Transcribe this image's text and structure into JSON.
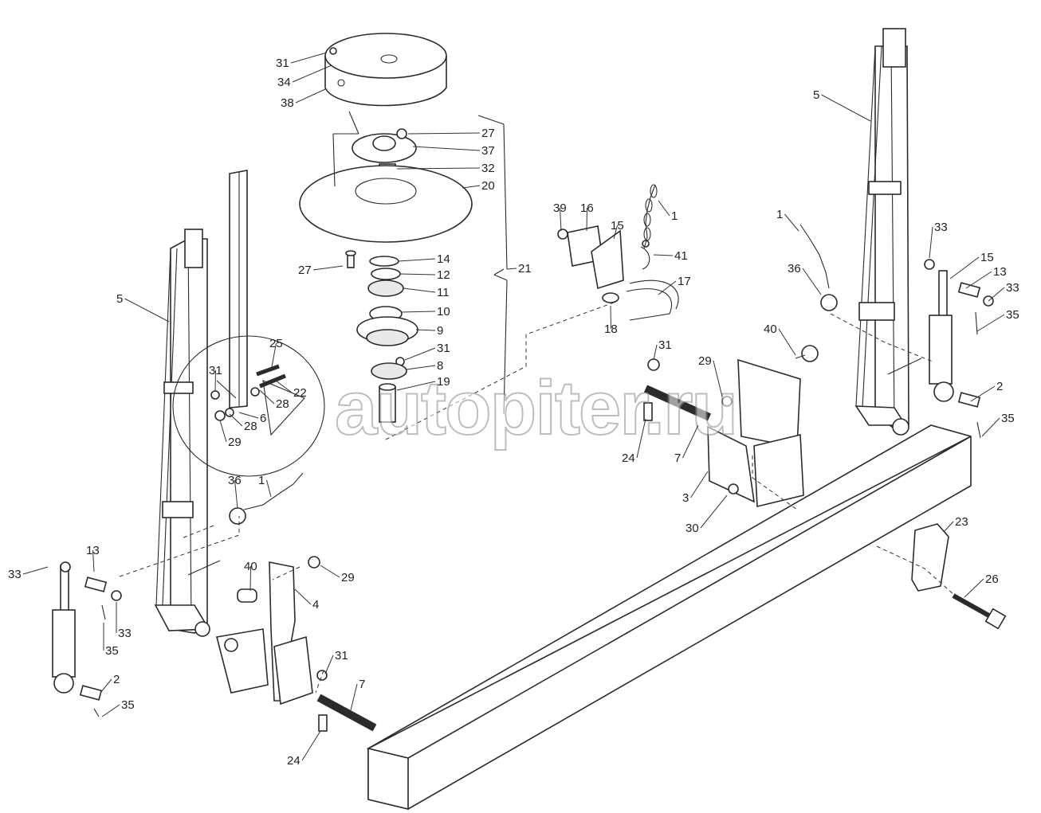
{
  "watermark": {
    "text": "autopiter.ru"
  },
  "callouts": [
    {
      "id": "c31a",
      "text": "31"
    },
    {
      "id": "c34",
      "text": "34"
    },
    {
      "id": "c38",
      "text": "38"
    },
    {
      "id": "c27a",
      "text": "27"
    },
    {
      "id": "c37",
      "text": "37"
    },
    {
      "id": "c32",
      "text": "32"
    },
    {
      "id": "c20",
      "text": "20"
    },
    {
      "id": "c27b",
      "text": "27"
    },
    {
      "id": "c14",
      "text": "14"
    },
    {
      "id": "c12",
      "text": "12"
    },
    {
      "id": "c11",
      "text": "11"
    },
    {
      "id": "c10",
      "text": "10"
    },
    {
      "id": "c9",
      "text": "9"
    },
    {
      "id": "c31b",
      "text": "31"
    },
    {
      "id": "c8",
      "text": "8"
    },
    {
      "id": "c19",
      "text": "19"
    },
    {
      "id": "c21",
      "text": "21"
    },
    {
      "id": "c39",
      "text": "39"
    },
    {
      "id": "c16",
      "text": "16"
    },
    {
      "id": "c15a",
      "text": "15"
    },
    {
      "id": "c1a",
      "text": "1"
    },
    {
      "id": "c41",
      "text": "41"
    },
    {
      "id": "c17",
      "text": "17"
    },
    {
      "id": "c18",
      "text": "18"
    },
    {
      "id": "c5a",
      "text": "5"
    },
    {
      "id": "c25",
      "text": "25"
    },
    {
      "id": "c31c",
      "text": "31"
    },
    {
      "id": "c22",
      "text": "22"
    },
    {
      "id": "c28a",
      "text": "28"
    },
    {
      "id": "c6",
      "text": "6"
    },
    {
      "id": "c28b",
      "text": "28"
    },
    {
      "id": "c29a",
      "text": "29"
    },
    {
      "id": "c36a",
      "text": "36"
    },
    {
      "id": "c1b",
      "text": "1"
    },
    {
      "id": "c13a",
      "text": "13"
    },
    {
      "id": "c33a",
      "text": "33"
    },
    {
      "id": "c33b",
      "text": "33"
    },
    {
      "id": "c35a",
      "text": "35"
    },
    {
      "id": "c2a",
      "text": "2"
    },
    {
      "id": "c35b",
      "text": "35"
    },
    {
      "id": "c40a",
      "text": "40"
    },
    {
      "id": "c29b",
      "text": "29"
    },
    {
      "id": "c4",
      "text": "4"
    },
    {
      "id": "c31d",
      "text": "31"
    },
    {
      "id": "c7a",
      "text": "7"
    },
    {
      "id": "c24a",
      "text": "24"
    },
    {
      "id": "c31e",
      "text": "31"
    },
    {
      "id": "c29c",
      "text": "29"
    },
    {
      "id": "c40b",
      "text": "40"
    },
    {
      "id": "c24b",
      "text": "24"
    },
    {
      "id": "c7b",
      "text": "7"
    },
    {
      "id": "c3",
      "text": "3"
    },
    {
      "id": "c30",
      "text": "30"
    },
    {
      "id": "c1c",
      "text": "1"
    },
    {
      "id": "c36b",
      "text": "36"
    },
    {
      "id": "c5b",
      "text": "5"
    },
    {
      "id": "c33c",
      "text": "33"
    },
    {
      "id": "c15b",
      "text": "15"
    },
    {
      "id": "c13b",
      "text": "13"
    },
    {
      "id": "c33d",
      "text": "33"
    },
    {
      "id": "c35c",
      "text": "35"
    },
    {
      "id": "c2b",
      "text": "2"
    },
    {
      "id": "c35d",
      "text": "35"
    },
    {
      "id": "c23",
      "text": "23"
    },
    {
      "id": "c26",
      "text": "26"
    }
  ]
}
